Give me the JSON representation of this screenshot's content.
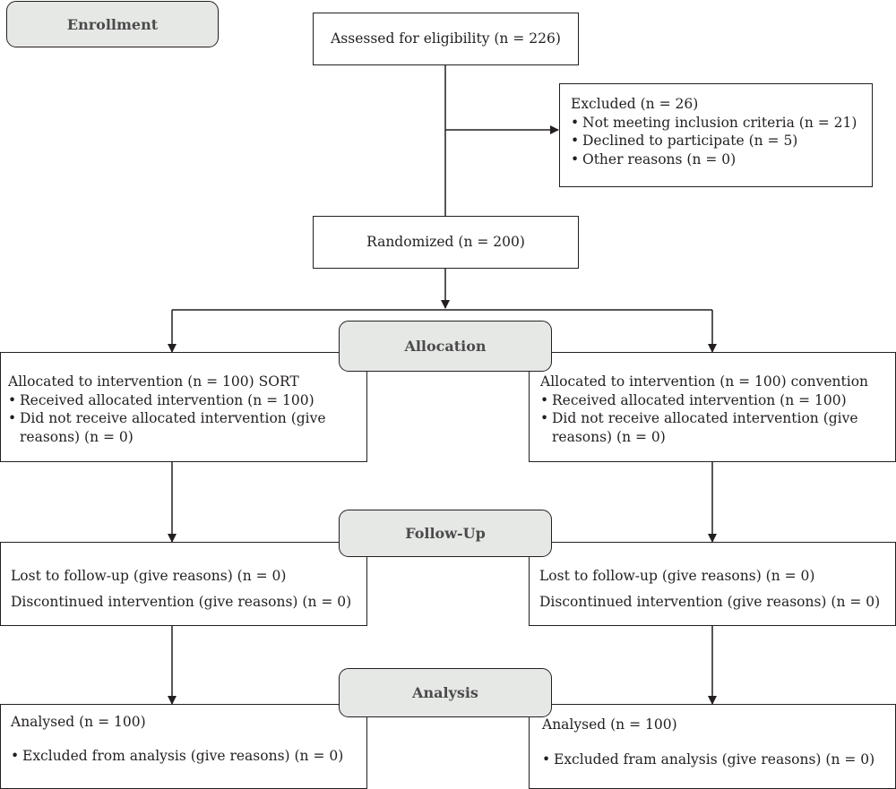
{
  "stages": {
    "enrollment": "Enrollment",
    "allocation": "Allocation",
    "follow_up": "Follow-Up",
    "analysis": "Analysis"
  },
  "assessed": "Assessed for eligibility (n = 226)",
  "excluded": {
    "title": "Excluded (n = 26)",
    "items": [
      "Not meeting inclusion criteria (n = 21)",
      "Declined to participate (n = 5)",
      "Other reasons (n = 0)"
    ]
  },
  "randomized": "Randomized (n = 200)",
  "allocation": {
    "left": {
      "title": "Allocated to intervention (n = 100) SORT",
      "received": "Received allocated intervention (n = 100)",
      "not_received": "Did not receive allocated intervention (give",
      "not_received_cont": "reasons) (n = 0)"
    },
    "right": {
      "title": "Allocated to intervention (n = 100) convention",
      "received": "Received allocated intervention (n = 100)",
      "not_received": "Did not receive allocated intervention (give",
      "not_received_cont": "reasons) (n = 0)"
    }
  },
  "follow_up": {
    "left": {
      "lost": "Lost to follow-up (give reasons) (n = 0)",
      "discontinued": "Discontinued intervention (give reasons) (n = 0)"
    },
    "right": {
      "lost": "Lost to follow-up (give reasons) (n = 0)",
      "discontinued": "Discontinued intervention (give reasons) (n = 0)"
    }
  },
  "analysis": {
    "left": {
      "analysed": "Analysed (n = 100)",
      "excluded": "Excluded from analysis (give reasons) (n = 0)"
    },
    "right": {
      "analysed": "Analysed (n = 100)",
      "excluded": "Excluded fram analysis (give reasons) (n = 0)"
    }
  },
  "colors": {
    "line": "#231f20",
    "stage_fill": "#e6e8e6",
    "stage_text": "#4b4b4b"
  }
}
